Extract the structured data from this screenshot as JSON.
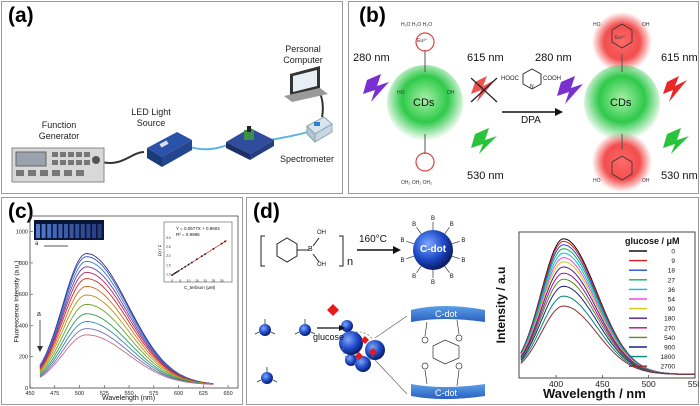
{
  "panels": {
    "a": {
      "label": "(a)",
      "devices": {
        "function_generator": "Function Generator",
        "led_source": "LED Light Source",
        "spectrometer": "Spectrometer",
        "computer": "Personal Computer"
      }
    },
    "b": {
      "label": "(b)",
      "excitation_left": "280 nm",
      "emission_red_left": "615 nm",
      "emission_green_left": "530 nm",
      "excitation_right": "280 nm",
      "emission_red_right": "615 nm",
      "emission_green_right": "530 nm",
      "dot_label": "CDs",
      "arrow_label": "DPA",
      "dpa_left_group": "HOOC",
      "dpa_right_group": "COOH",
      "ion": "Eu³⁺"
    },
    "c": {
      "label": "(c)",
      "inset_photo_label": "a",
      "inset_fit": "Y = 0.0577X + 0.9604",
      "inset_r2": "R² = 0.9986",
      "inset_xlabel": "C_terbium (μM)",
      "inset_ylabel": "F0 / F",
      "arrow_label": "a",
      "ylabel": "Fluorescence Intensity (a.u.)",
      "xlabel": "Wavelength (nm)"
    },
    "d": {
      "label": "(d)",
      "repeat_n": "n",
      "oh": "OH",
      "boron": "B",
      "reaction_temp": "160°C",
      "cdot_label": "C-dot",
      "glucose_label": "glucose",
      "legend_title": "glucose / μM",
      "ylabel": "Intensity / a.u",
      "xlabel": "Wavelength / nm"
    }
  },
  "chart_data": [
    {
      "type": "line",
      "panel": "c",
      "xlabel": "Wavelength (nm)",
      "ylabel": "Fluorescence Intensity (a.u.)",
      "xlim": [
        450,
        660
      ],
      "ylim": [
        0,
        1100
      ],
      "xticks": [
        450,
        475,
        500,
        525,
        550,
        575,
        600,
        625,
        650
      ],
      "yticks": [
        0,
        200,
        400,
        600,
        800,
        1000
      ],
      "peak_x": 507,
      "curve_peaks": [
        840,
        820,
        790,
        755,
        720,
        680,
        630,
        575,
        515,
        455,
        405,
        360,
        320
      ],
      "series_colors": [
        "#3b2a86",
        "#3154b5",
        "#2e7ad1",
        "#6d3aa3",
        "#b02a68",
        "#c92a2a",
        "#d46a1e",
        "#b79618",
        "#6aa32c",
        "#2c9a58",
        "#2f8ca3",
        "#7b6bb5",
        "#c26f8a"
      ],
      "inset": {
        "type": "scatter",
        "xlabel": "C_terbium (μM)",
        "ylabel": "F0 / F",
        "xlim": [
          0,
          35
        ],
        "ylim": [
          0.8,
          3.0
        ],
        "xticks": [
          0,
          5,
          10,
          15,
          20,
          25,
          30
        ],
        "yticks": [
          1.0,
          1.5,
          2.0,
          2.5,
          3.0
        ],
        "x": [
          0,
          1,
          2,
          3,
          4,
          6,
          8,
          10,
          12,
          15,
          18,
          20,
          25,
          30,
          32
        ],
        "y": [
          0.96,
          1.02,
          1.08,
          1.13,
          1.19,
          1.31,
          1.42,
          1.54,
          1.65,
          1.83,
          2.0,
          2.11,
          2.4,
          2.69,
          2.81
        ],
        "fit": {
          "slope": 0.0577,
          "intercept": 0.9604
        }
      }
    },
    {
      "type": "line",
      "panel": "d",
      "xlabel": "Wavelength / nm",
      "ylabel": "Intensity / a.u",
      "xlim": [
        360,
        550
      ],
      "ylim": [
        0,
        560
      ],
      "xticks": [
        400,
        450,
        500,
        550
      ],
      "yticks": [],
      "peak_x": 408,
      "legend_title": "glucose / μM",
      "series": [
        {
          "name": "0",
          "peak": 520,
          "color": "#111111"
        },
        {
          "name": "9",
          "peak": 510,
          "color": "#e41a1c"
        },
        {
          "name": "18",
          "peak": 497,
          "color": "#1f49d6"
        },
        {
          "name": "27",
          "peak": 482,
          "color": "#1ab049"
        },
        {
          "name": "36",
          "peak": 465,
          "color": "#00c3e3"
        },
        {
          "name": "54",
          "peak": 448,
          "color": "#f04bd3"
        },
        {
          "name": "90",
          "peak": 432,
          "color": "#d6c81d"
        },
        {
          "name": "180",
          "peak": 412,
          "color": "#4b1d91"
        },
        {
          "name": "270",
          "peak": 388,
          "color": "#a0158f"
        },
        {
          "name": "540",
          "peak": 365,
          "color": "#5b8c26"
        },
        {
          "name": "900",
          "peak": 338,
          "color": "#1a237e"
        },
        {
          "name": "1800",
          "peak": 300,
          "color": "#00897b"
        },
        {
          "name": "2700",
          "peak": 262,
          "color": "#8d2d2d"
        }
      ]
    }
  ]
}
